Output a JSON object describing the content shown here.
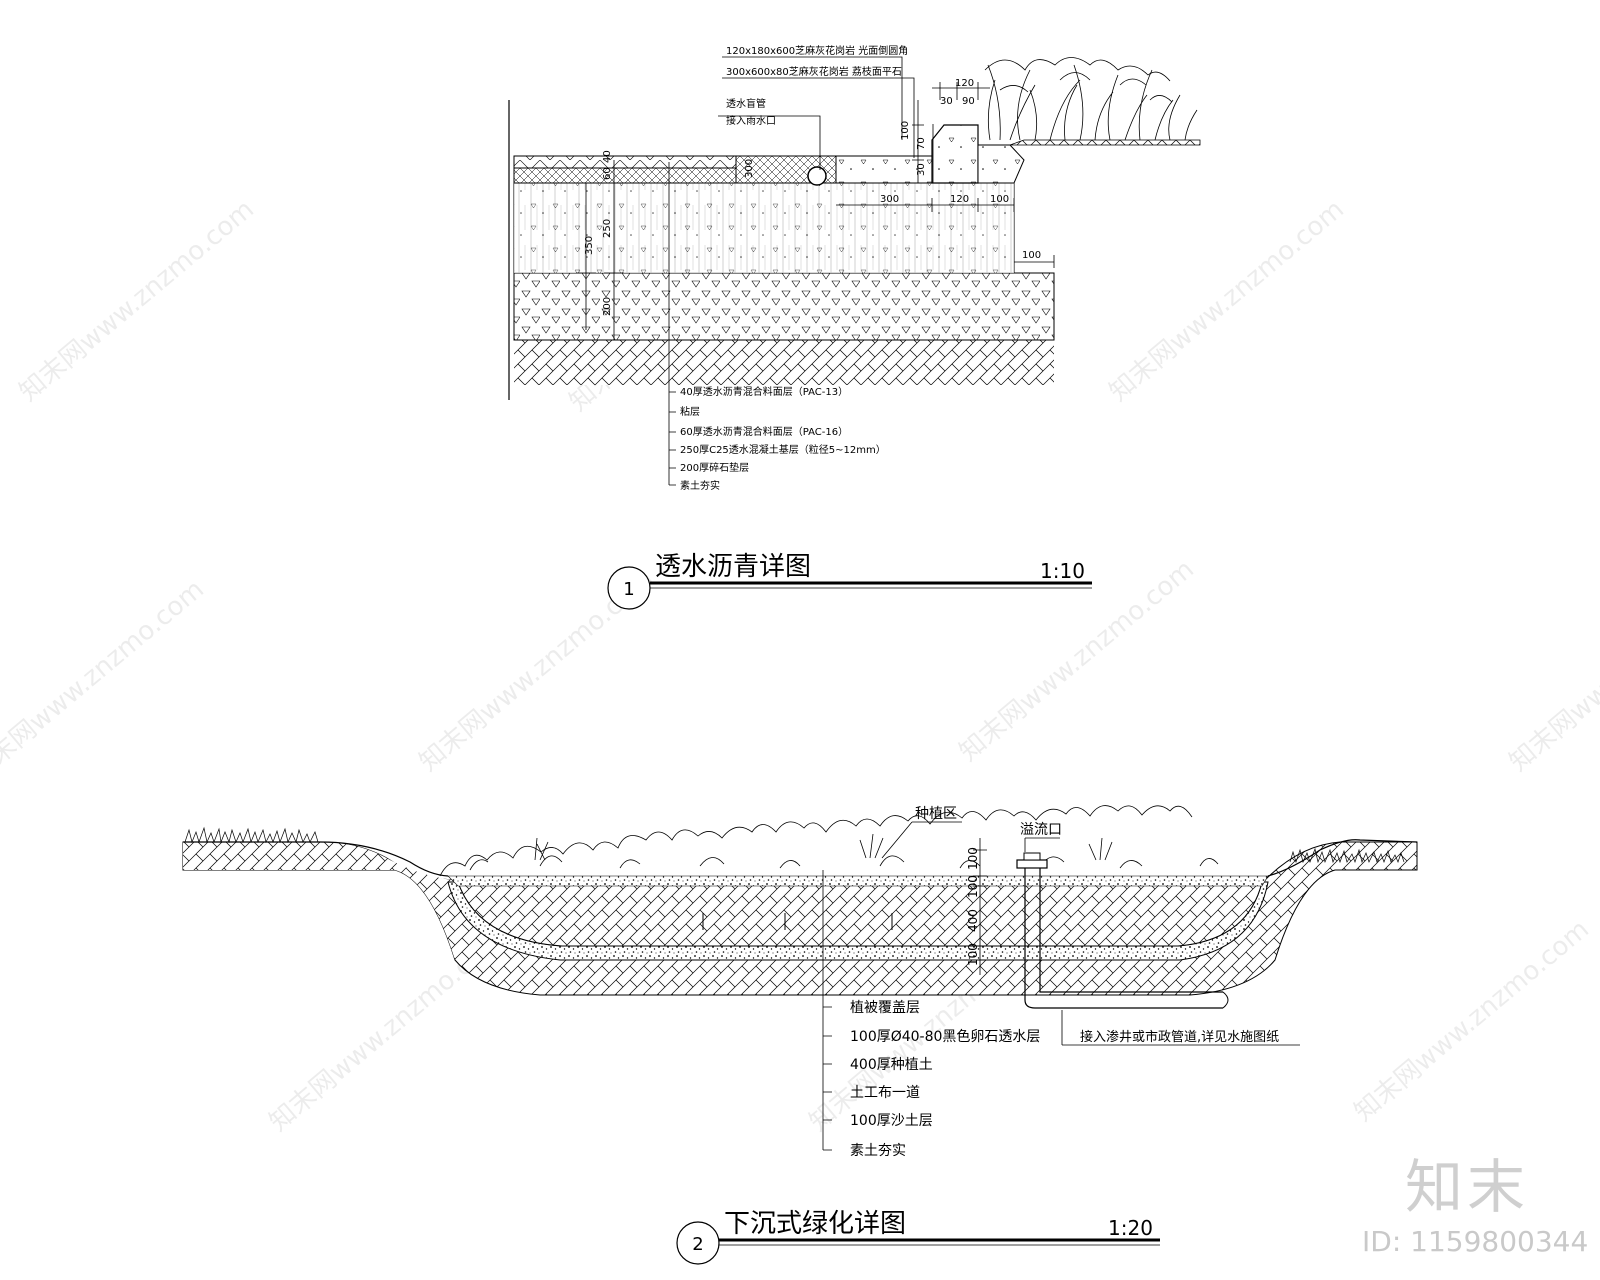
{
  "watermark": "知末网www.znzmo.com",
  "brand": {
    "logo": "知末",
    "id": "ID: 1159800344"
  },
  "detail1": {
    "number": "1",
    "title": "透水沥青详图",
    "scale": "1:10",
    "top_labels": [
      "120x180x600芝麻灰花岗岩 光面倒圆角",
      "300x600x80芝麻灰花岗岩 荔枝面平石"
    ],
    "drain_labels": [
      "透水盲管",
      "接入雨水口"
    ],
    "layers": [
      "40厚透水沥青混合料面层（PAC-13）",
      "粘层",
      "60厚透水沥青混合料面层（PAC-16）",
      "250厚C25透水混凝土基层（粒径5~12mm）",
      "200厚碎石垫层",
      "素土夯实"
    ],
    "dims": [
      "120",
      "30",
      "90",
      "100",
      "70",
      "30",
      "60",
      "40",
      "300",
      "250",
      "350",
      "200",
      "300",
      "120",
      "100",
      "100"
    ]
  },
  "detail2": {
    "number": "2",
    "title": "下沉式绿化详图",
    "scale": "1:20",
    "planting_label": "种植区",
    "overflow_label": "溢流口",
    "pipe_note": "接入渗井或市政管道,详见水施图纸",
    "layers": [
      "植被覆盖层",
      "100厚Ø40-80黑色卵石透水层",
      "400厚种植土",
      "土工布一道",
      "100厚沙土层",
      "素土夯实"
    ],
    "dims": [
      "100",
      "100",
      "400",
      "100"
    ]
  }
}
